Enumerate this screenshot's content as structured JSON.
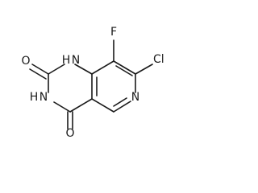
{
  "molecule": {
    "atom_labels": {
      "fluorine": "F",
      "chlorine": "Cl",
      "ring_nitrogen": "N",
      "n1h": "H",
      "n1": "N",
      "n3h": "H",
      "n3": "N",
      "o2": "O",
      "o4": "O"
    }
  }
}
